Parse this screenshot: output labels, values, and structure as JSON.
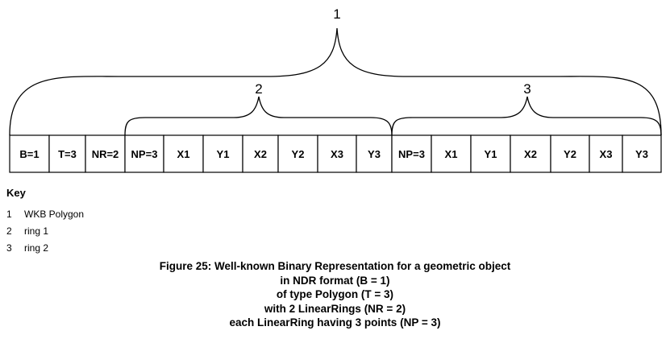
{
  "diagram": {
    "cells": [
      "B=1",
      "T=3",
      "NR=2",
      "NP=3",
      "X1",
      "Y1",
      "X2",
      "Y2",
      "X3",
      "Y3",
      "NP=3",
      "X1",
      "Y1",
      "X2",
      "Y2",
      "X3",
      "Y3"
    ],
    "brace_labels": [
      "1",
      "2",
      "3"
    ]
  },
  "key": {
    "title": "Key",
    "items": [
      {
        "num": "1",
        "label": "WKB Polygon"
      },
      {
        "num": "2",
        "label": "ring 1"
      },
      {
        "num": "3",
        "label": "ring 2"
      }
    ]
  },
  "caption": [
    "Figure 25: Well-known Binary Representation for a geometric object",
    "in NDR format (B = 1)",
    "of type Polygon (T = 3)",
    "with 2 LinearRings (NR = 2)",
    "each LinearRing having 3 points (NP = 3)"
  ]
}
